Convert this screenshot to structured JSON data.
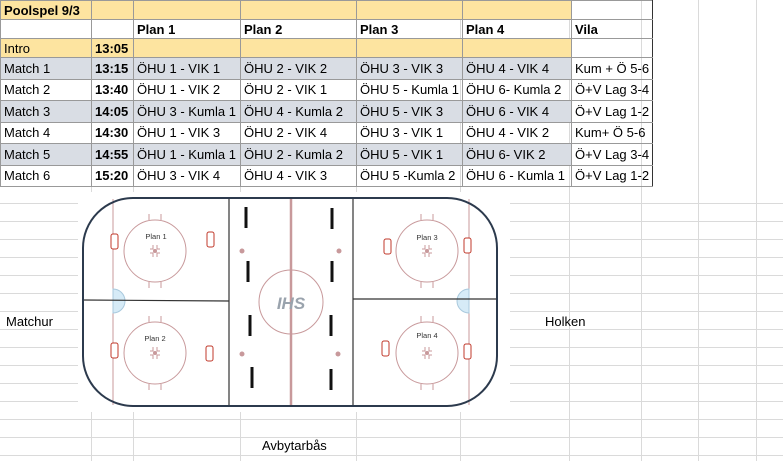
{
  "title": "Poolspel 9/3",
  "headers": [
    "Plan 1",
    "Plan 2",
    "Plan 3",
    "Plan 4",
    "Vila"
  ],
  "intro": {
    "label": "Intro",
    "time": "13:05"
  },
  "matches": [
    {
      "label": "Match 1",
      "time": "13:15",
      "p1": "ÖHU 1 - VIK 1",
      "p2": "ÖHU 2 - VIK 2",
      "p3": "ÖHU 3 - VIK 3",
      "p4": "ÖHU 4 - VIK 4",
      "vila": "Kum + Ö 5-6"
    },
    {
      "label": "Match 2",
      "time": "13:40",
      "p1": "ÖHU 1 - VIK 2",
      "p2": "ÖHU 2 - VIK 1",
      "p3": "ÖHU 5 - Kumla 1",
      "p4": "ÖHU 6- Kumla 2",
      "vila": "Ö+V Lag 3-4"
    },
    {
      "label": "Match 3",
      "time": "14:05",
      "p1": "ÖHU 3 - Kumla 1",
      "p2": "ÖHU 4 - Kumla 2",
      "p3": "ÖHU 5 - VIK 3",
      "p4": "ÖHU 6 - VIK 4",
      "vila": "Ö+V Lag 1-2"
    },
    {
      "label": "Match 4",
      "time": "14:30",
      "p1": "ÖHU 1 - VIK 3",
      "p2": "ÖHU 2 - VIK 4",
      "p3": "ÖHU 3 - VIK 1",
      "p4": "ÖHU 4 - VIK 2",
      "vila": "Kum+ Ö 5-6"
    },
    {
      "label": "Match 5",
      "time": "14:55",
      "p1": "ÖHU 1 - Kumla 1",
      "p2": "ÖHU 2 - Kumla 2",
      "p3": "ÖHU 5 - VIK 1",
      "p4": "ÖHU 6- VIK 2",
      "vila": "Ö+V Lag 3-4"
    },
    {
      "label": "Match 6",
      "time": "15:20",
      "p1": "ÖHU 3 - VIK 4",
      "p2": "ÖHU 4 - VIK 3",
      "p3": "ÖHU 5 -Kumla 2",
      "p4": "ÖHU 6 - Kumla 1",
      "vila": "Ö+V Lag 1-2"
    }
  ],
  "rink": {
    "plans": [
      "Plan 1",
      "Plan 2",
      "Plan 3",
      "Plan 4"
    ],
    "logo": "IHS"
  },
  "labels": {
    "left": "Matchur",
    "right": "Holken",
    "bottom": "Avbytarbås"
  }
}
